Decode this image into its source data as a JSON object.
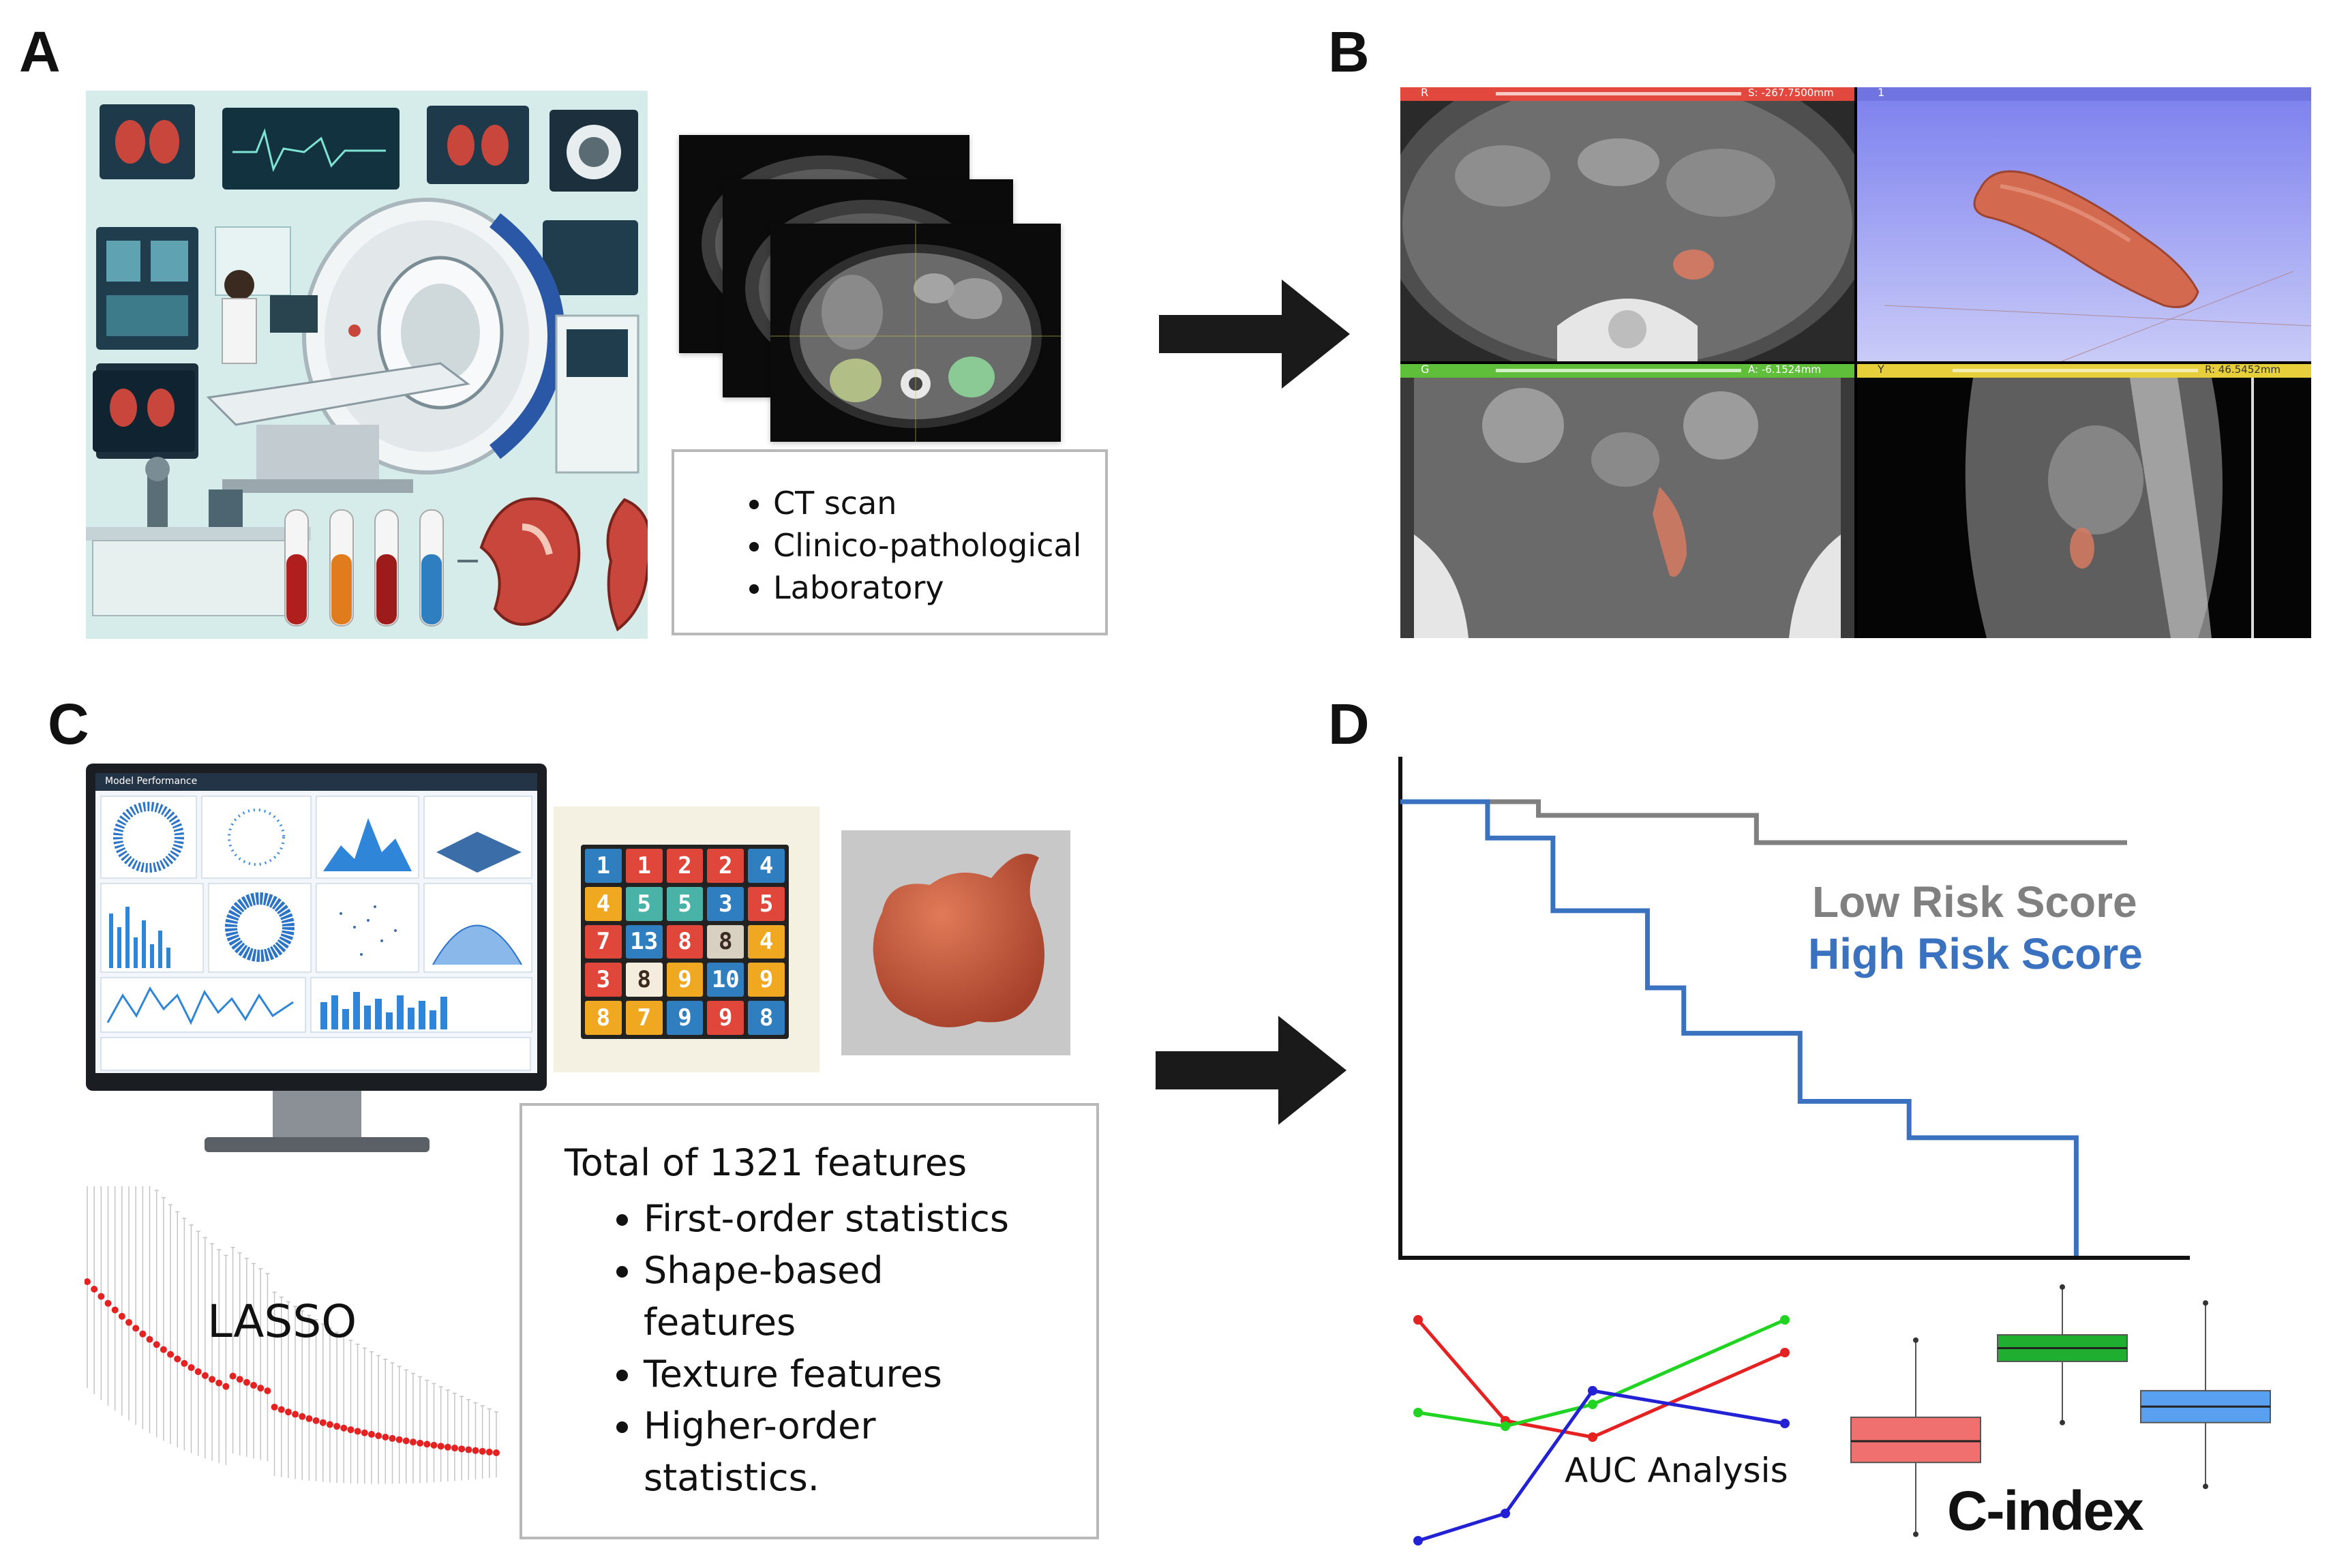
{
  "panels": {
    "a": {
      "letter": "A",
      "data_items": [
        "CT scan",
        "Clinico-pathological",
        "Laboratory"
      ]
    },
    "b": {
      "letter": "B",
      "views": [
        {
          "name": "axial",
          "color": "#e2483d",
          "label": "R",
          "readout": "S: -267.7500mm"
        },
        {
          "name": "3d",
          "color": "#6f74e0",
          "label": "1"
        },
        {
          "name": "coronal",
          "color": "#5fbf3a",
          "label": "G",
          "readout": "A: -6.1524mm"
        },
        {
          "name": "sagittal",
          "color": "#e6cf3b",
          "label": "Y",
          "readout": "R: 46.5452mm"
        }
      ]
    },
    "c": {
      "letter": "C",
      "monitor_title": "Model Performance",
      "lasso_label": "LASSO",
      "features_title": "Total of 1321 features",
      "feature_items": [
        "First-order statistics",
        "Shape-based features",
        "Texture features",
        "Higher-order statistics."
      ],
      "matrix_cells": [
        "1",
        "1",
        "2",
        "2",
        "4",
        "4",
        "5",
        "5",
        "3",
        "5",
        "7",
        "13",
        "8",
        "8",
        "4",
        "3",
        "8",
        "9",
        "10",
        "9",
        "8",
        "7",
        "9",
        "9",
        "8"
      ]
    },
    "d": {
      "letter": "D",
      "legend_low": "Low Risk Score",
      "legend_high": "High Risk Score",
      "auc_label": "AUC Analysis",
      "cindex_label": "C-index"
    }
  },
  "colors": {
    "low_risk": "#808080",
    "high_risk": "#3a72c0",
    "segmentation": "#d36a4f",
    "arrow": "#1a1a1a"
  },
  "chart_data": [
    {
      "type": "line",
      "chart": "kaplan-meier",
      "series": [
        {
          "name": "Low Risk Score",
          "x": [
            0,
            0.12,
            0.19,
            0.49,
            1.0
          ],
          "y": [
            1.0,
            1.0,
            0.97,
            0.91,
            0.91
          ]
        },
        {
          "name": "High Risk Score",
          "x": [
            0,
            0.12,
            0.21,
            0.34,
            0.39,
            0.55,
            0.7,
            0.93
          ],
          "y": [
            1.0,
            0.92,
            0.76,
            0.59,
            0.49,
            0.34,
            0.26,
            0.0
          ]
        }
      ]
    },
    {
      "type": "line",
      "chart": "auc-analysis",
      "series": [
        {
          "color": "#e52222",
          "x": [
            0,
            1,
            2,
            3
          ],
          "y": [
            0.86,
            0.49,
            0.43,
            0.74
          ]
        },
        {
          "color": "#22d422",
          "x": [
            0,
            1,
            2,
            3
          ],
          "y": [
            0.52,
            0.47,
            0.55,
            0.86
          ]
        },
        {
          "color": "#2222d4",
          "x": [
            0,
            1,
            2,
            3
          ],
          "y": [
            0.05,
            0.15,
            0.6,
            0.48
          ]
        }
      ]
    },
    {
      "type": "box",
      "chart": "c-index",
      "boxes": [
        {
          "color": "#f07070",
          "min": 0.05,
          "q1": 0.32,
          "median": 0.4,
          "q3": 0.49,
          "max": 0.78
        },
        {
          "color": "#1fae2f",
          "min": 0.47,
          "q1": 0.7,
          "median": 0.75,
          "q3": 0.8,
          "max": 0.98
        },
        {
          "color": "#5aa0f0",
          "min": 0.23,
          "q1": 0.47,
          "median": 0.53,
          "q3": 0.59,
          "max": 0.92
        }
      ]
    }
  ]
}
